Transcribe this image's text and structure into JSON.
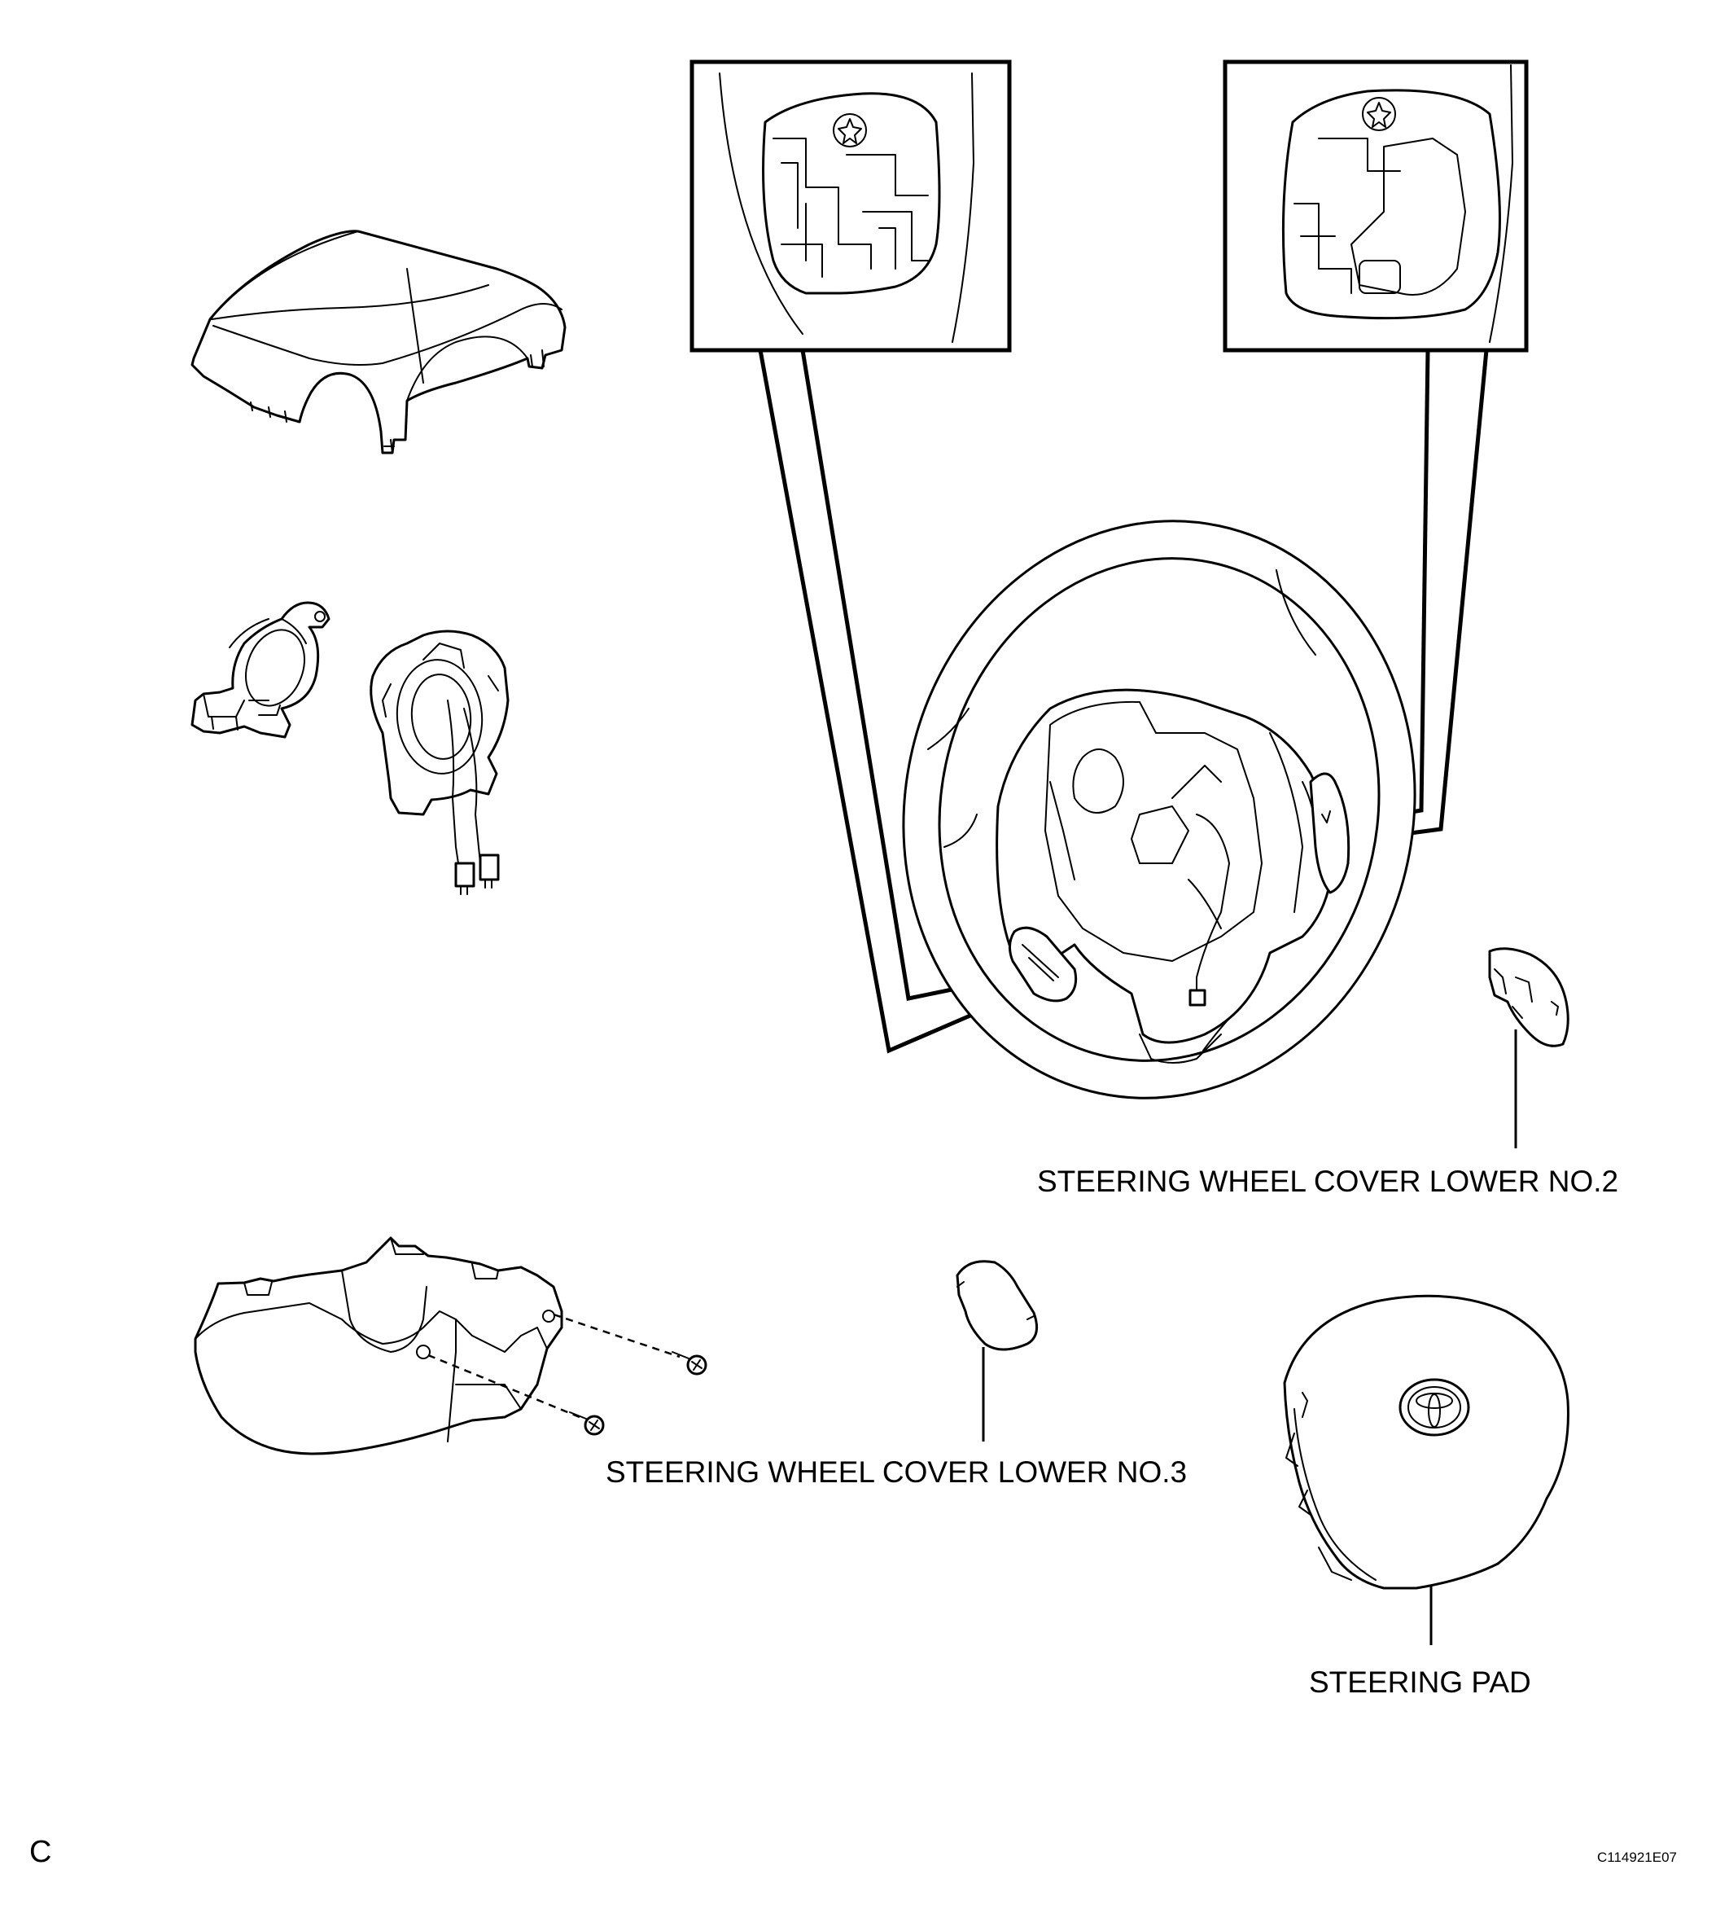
{
  "labels": {
    "cover_lower_no2": "STEERING WHEEL COVER LOWER NO.2",
    "cover_lower_no3": "STEERING WHEEL COVER LOWER NO.3",
    "steering_pad": "STEERING PAD"
  },
  "footer": {
    "section_letter": "C",
    "figure_code": "C114921E07"
  }
}
